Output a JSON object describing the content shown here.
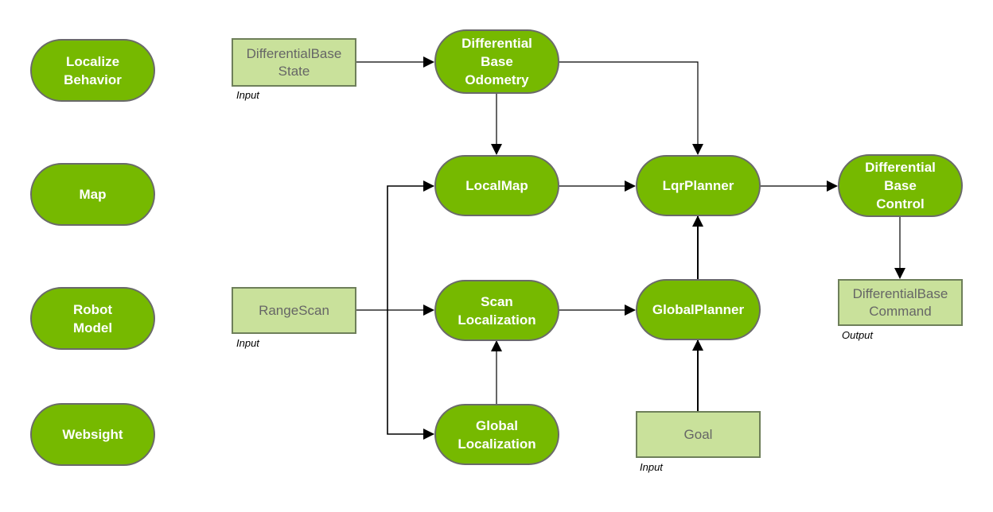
{
  "colors": {
    "component_fill": "#76b900",
    "component_border": "#6a6a6a",
    "message_fill": "#c9e19b",
    "message_text": "#666666",
    "edge": "#000000"
  },
  "components": {
    "localize_behavior": "Localize\nBehavior",
    "map": "Map",
    "robot_model": "Robot\nModel",
    "websight": "Websight",
    "odometry": "Differential\nBase\nOdometry",
    "local_map": "LocalMap",
    "scan_localization": "Scan\nLocalization",
    "global_localization": "Global\nLocalization",
    "lqr_planner": "LqrPlanner",
    "global_planner": "GlobalPlanner",
    "base_control": "Differential\nBase\nControl"
  },
  "messages": {
    "base_state": {
      "label": "DifferentialBase\nState",
      "note": "Input"
    },
    "range_scan": {
      "label": "RangeScan",
      "note": "Input"
    },
    "goal": {
      "label": "Goal",
      "note": "Input"
    },
    "base_command": {
      "label": "DifferentialBase\nCommand",
      "note": "Output"
    }
  },
  "edges": [
    {
      "from": "DifferentialBase State",
      "to": "Differential Base Odometry"
    },
    {
      "from": "Differential Base Odometry",
      "to": "LocalMap"
    },
    {
      "from": "Differential Base Odometry",
      "to": "LqrPlanner"
    },
    {
      "from": "RangeScan",
      "to": "LocalMap"
    },
    {
      "from": "RangeScan",
      "to": "Scan Localization"
    },
    {
      "from": "RangeScan",
      "to": "Global Localization"
    },
    {
      "from": "Global Localization",
      "to": "Scan Localization"
    },
    {
      "from": "LocalMap",
      "to": "LqrPlanner"
    },
    {
      "from": "Scan Localization",
      "to": "GlobalPlanner"
    },
    {
      "from": "GlobalPlanner",
      "to": "LqrPlanner"
    },
    {
      "from": "Goal",
      "to": "GlobalPlanner"
    },
    {
      "from": "LqrPlanner",
      "to": "Differential Base Control"
    },
    {
      "from": "Differential Base Control",
      "to": "DifferentialBase Command"
    }
  ]
}
